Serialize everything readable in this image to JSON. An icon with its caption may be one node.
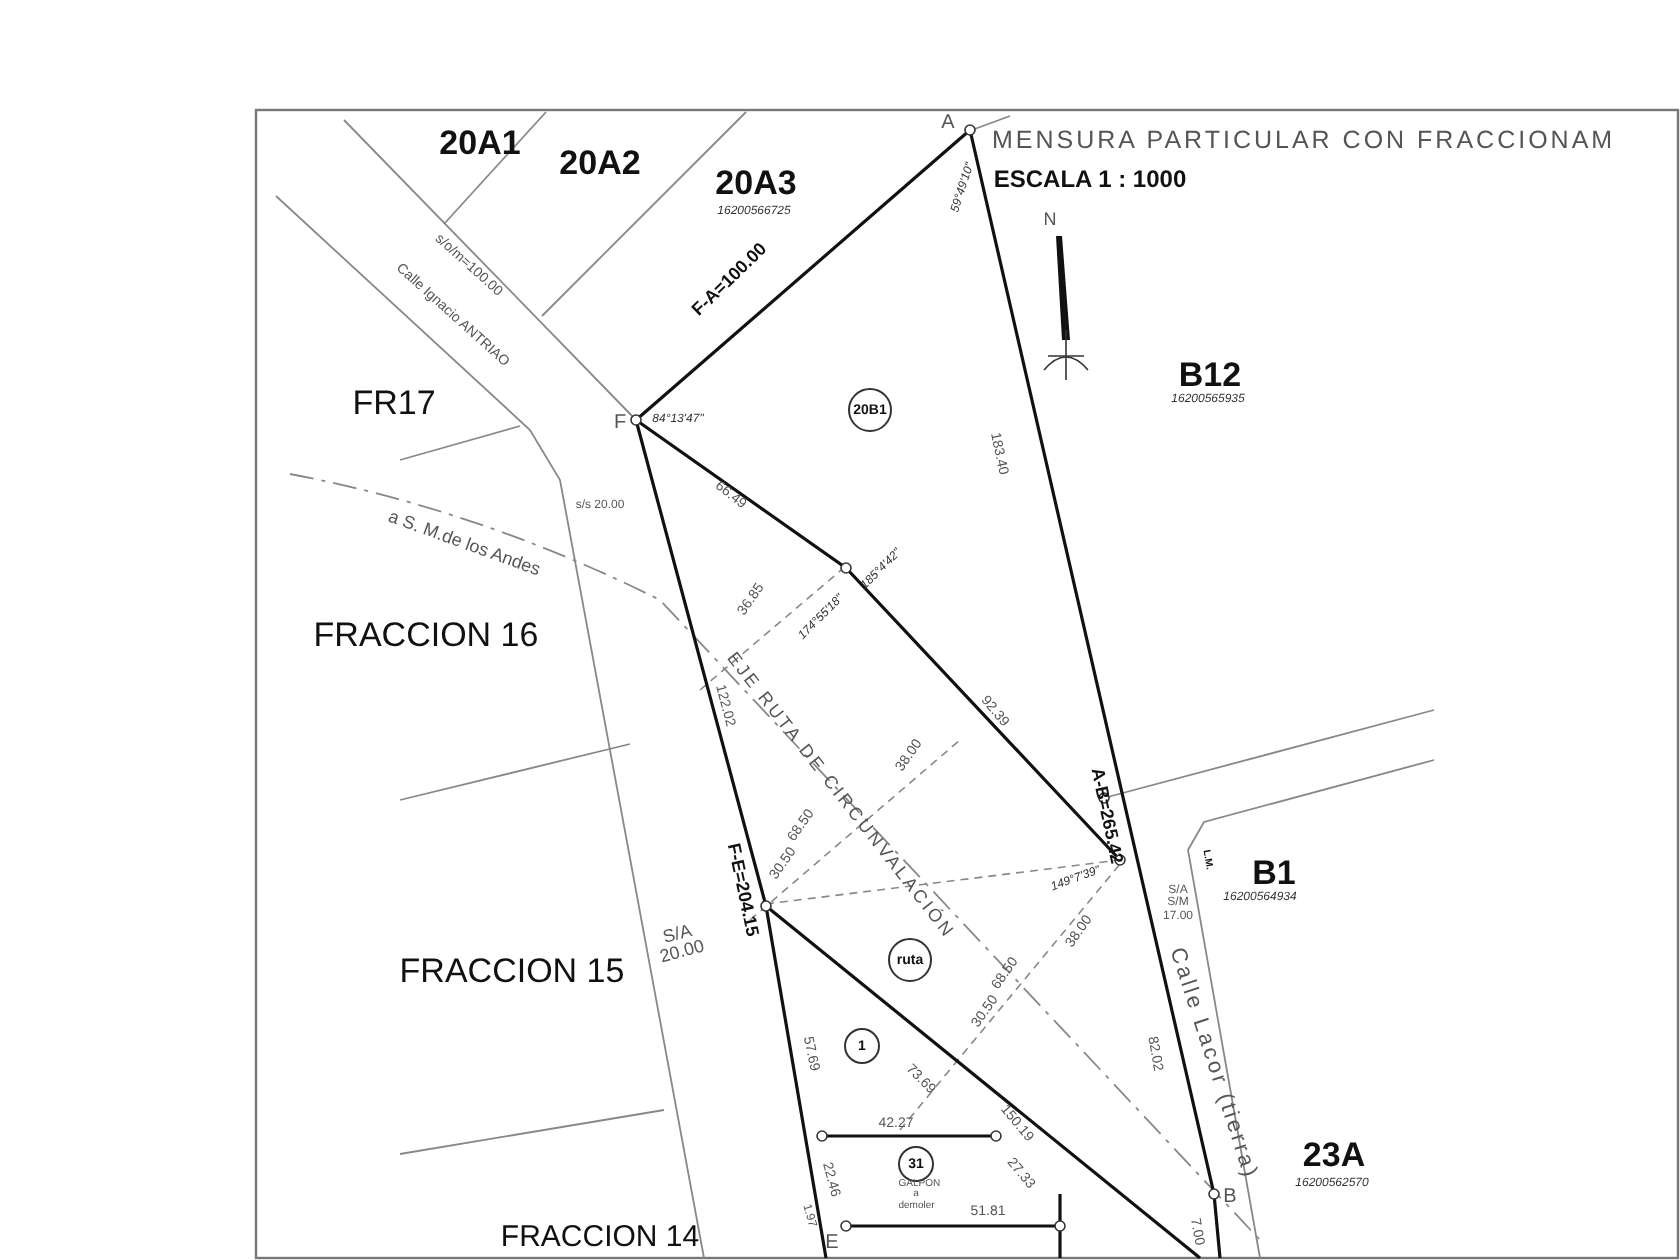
{
  "diagram": {
    "title": "MENSURA PARTICULAR CON FRACCIONAM",
    "nodes": [
      {
        "text": [
          "20B1"
        ]
      },
      {
        "text": [
          "ruta"
        ]
      },
      {
        "text": [
          "1"
        ]
      },
      {
        "text": [
          "31"
        ]
      }
    ],
    "labels": [
      "ESCALA 1 : 1000",
      "20A1",
      "20A2",
      "20A3",
      "16200566725",
      "A",
      "59°49'10\"",
      "N",
      "s/o/m=100.00",
      "Calle Ignacio ANTRIAO",
      "F-A=100.00",
      "B12",
      "16200565935",
      "FR17",
      "F",
      "84°13'47\"",
      "66.49",
      "183.40",
      "s/s 20.00",
      "a S. M.de los Andes",
      "FRACCION 16",
      "36.85",
      "174°55'18\"",
      "185°4'42\"",
      "122.02",
      "EJE RUTA DE CIRCUNVALACIÓN",
      "92.39",
      "38.00",
      "A-B=265.42",
      "68.50",
      "30.50",
      "S/A 20.00",
      "F-E=204.15",
      "149°7'39\"",
      "L.M.",
      "B1",
      "16200564934",
      "S/A S/M 17.00",
      "FRACCION 15",
      "68.50",
      "38.00",
      "30.50",
      "Calle Lacor (tierra)",
      "57.69",
      "73.69",
      "82.02",
      "150.19",
      "42.27",
      "23A",
      "16200562570",
      "22.46",
      "27.33",
      "GALPON a demoler",
      "51.81",
      "B",
      "1.97",
      "FRACCION 14",
      "E",
      "7.00"
    ]
  }
}
